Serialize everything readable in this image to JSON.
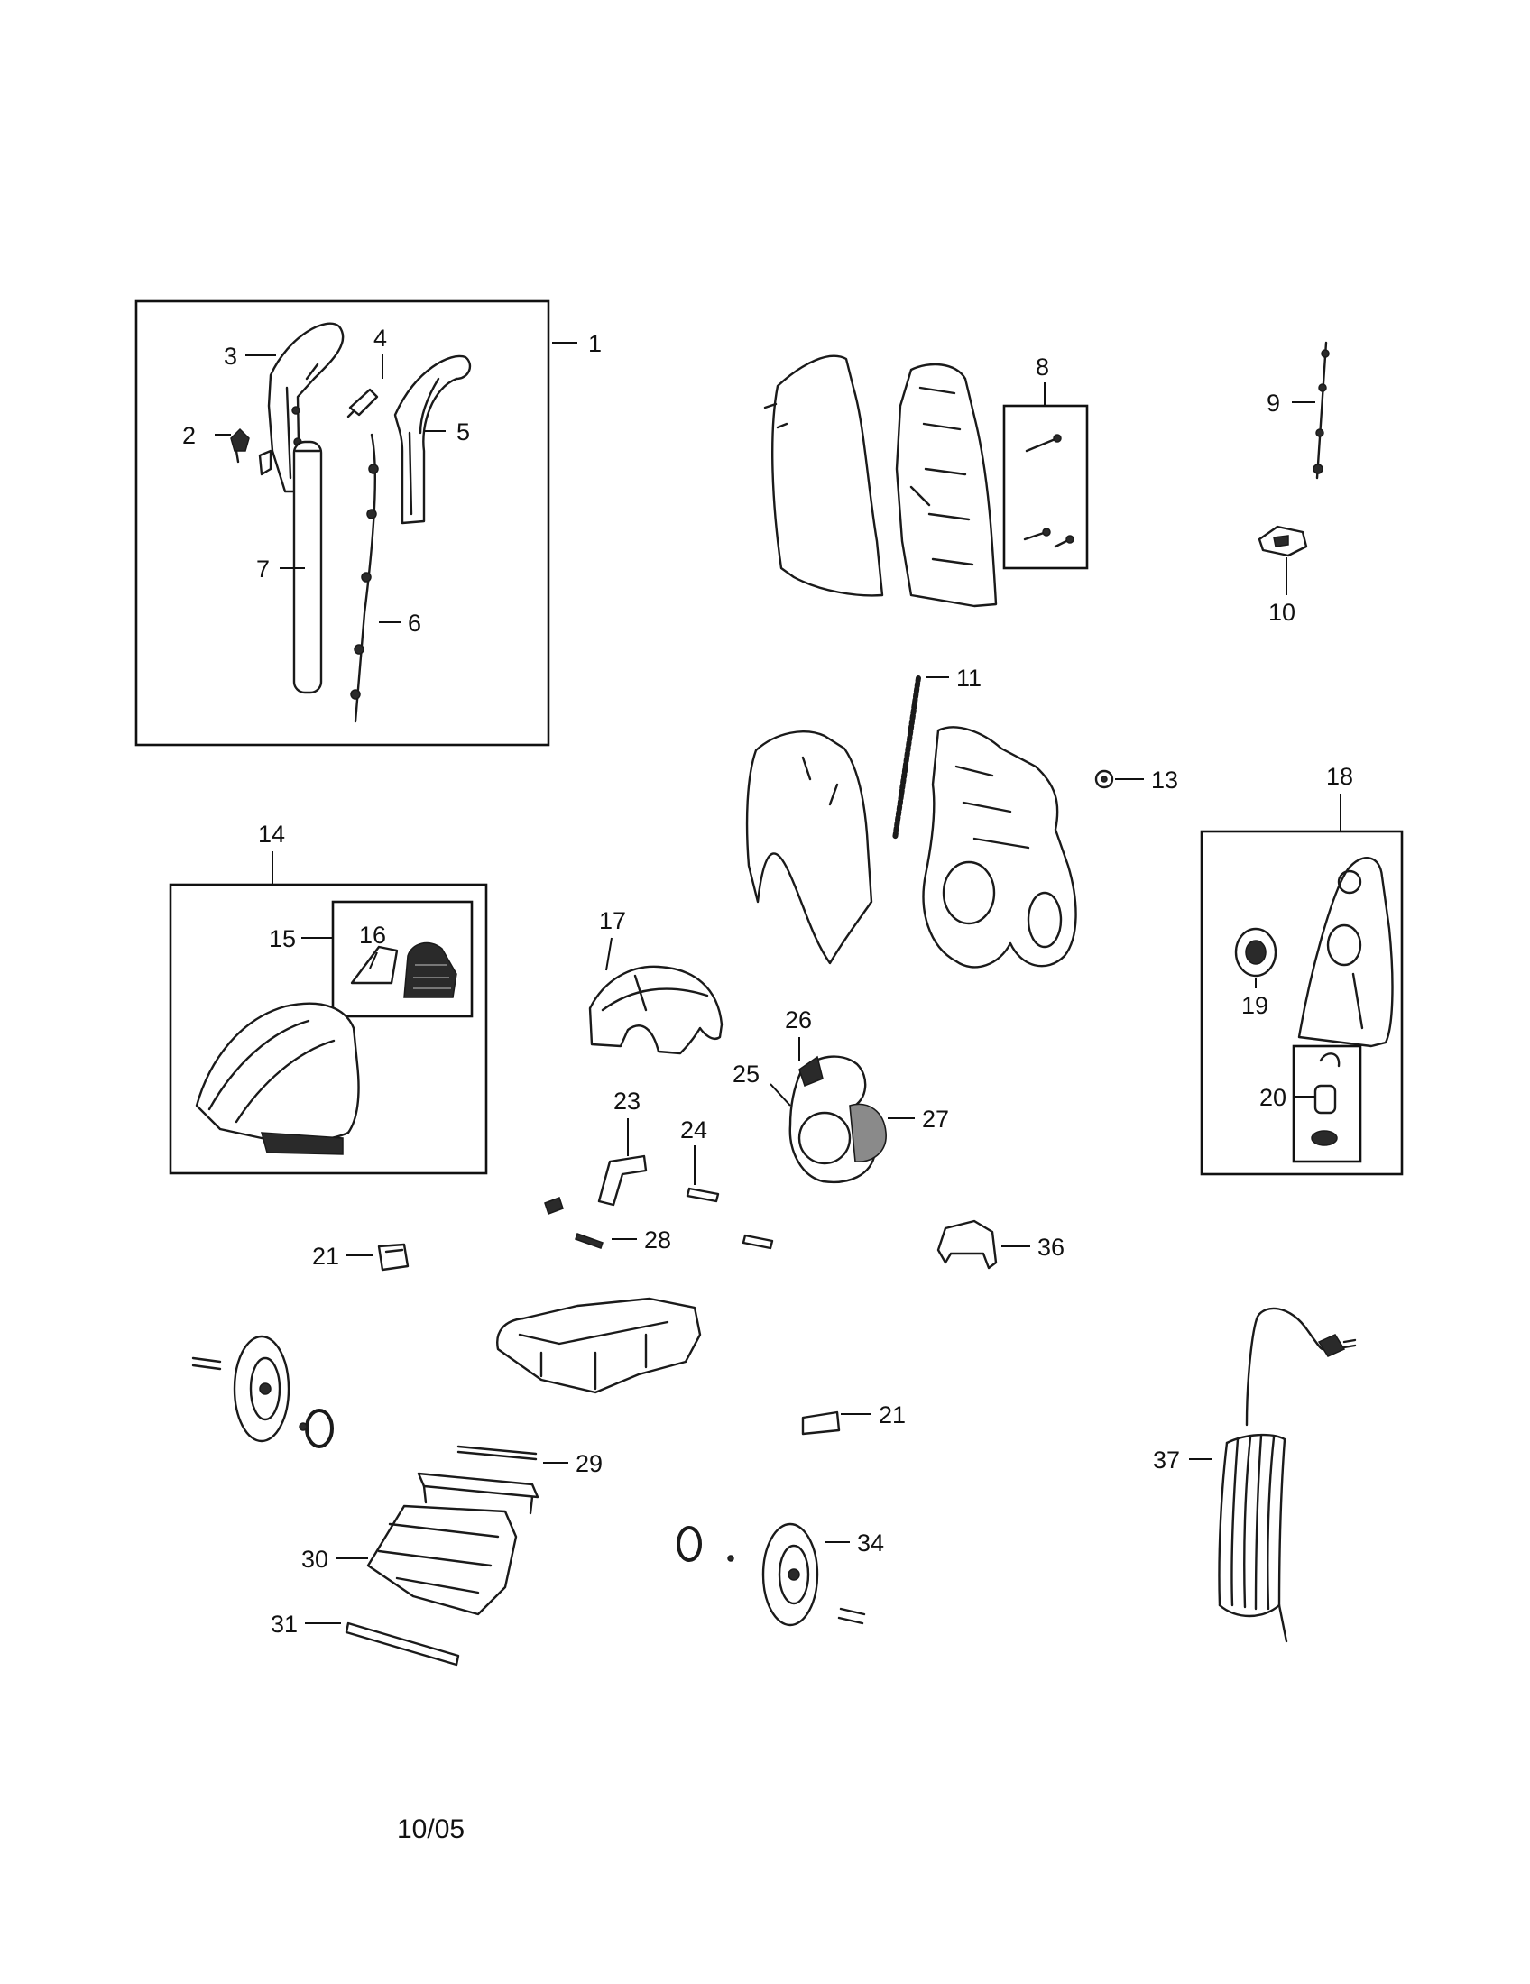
{
  "callouts": {
    "c1": "1",
    "c2": "2",
    "c3": "3",
    "c4": "4",
    "c5": "5",
    "c6": "6",
    "c7": "7",
    "c8": "8",
    "c9": "9",
    "c10": "10",
    "c11": "11",
    "c13": "13",
    "c14": "14",
    "c15": "15",
    "c16": "16",
    "c17": "17",
    "c18": "18",
    "c19": "19",
    "c20": "20",
    "c21a": "21",
    "c21b": "21",
    "c23": "23",
    "c24": "24",
    "c25": "25",
    "c26": "26",
    "c27": "27",
    "c28": "28",
    "c29": "29",
    "c30": "30",
    "c31": "31",
    "c34": "34",
    "c36": "36",
    "c37": "37"
  },
  "footer": {
    "date_code": "10/05"
  }
}
